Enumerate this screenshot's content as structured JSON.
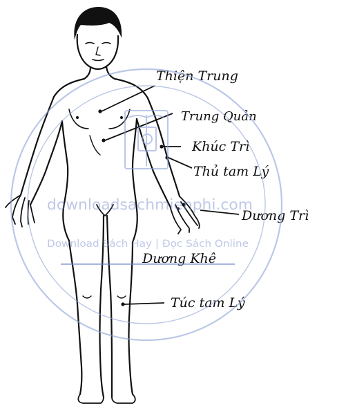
{
  "diagram": {
    "labels": {
      "thien_trung": "Thiện Trung",
      "trung_quan": "Trung Quản",
      "khuc_tri": "Khúc Trì",
      "thu_tam_ly": "Thủ tam Lý",
      "duong_tri": "Dương Trì",
      "duong_khe": "Dương Khê",
      "tuc_tam_ly": "Túc tam Lý"
    }
  },
  "watermark": {
    "site": "downloadsachmienphi.com",
    "tagline": "Download Sách Hay | Đọc Sách Online"
  },
  "colors": {
    "ink": "#111111",
    "watermark": "#6f86c8"
  }
}
